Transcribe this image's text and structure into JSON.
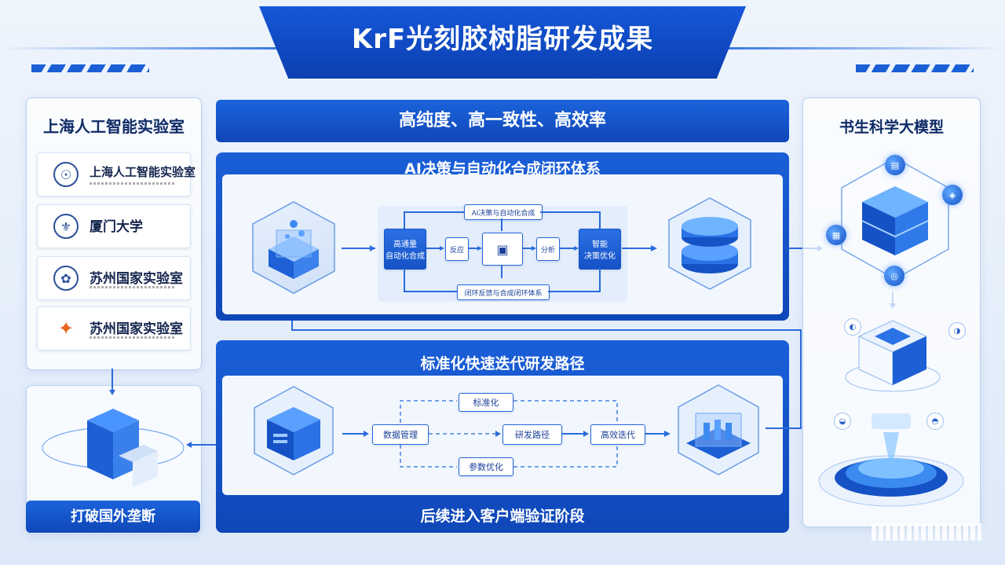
{
  "title": "KrF光刻胶树脂研发成果",
  "left": {
    "heading": "上海人工智能实验室",
    "institutions": [
      {
        "name": "上海人工智能实验室",
        "icon": "lab-seal-icon"
      },
      {
        "name": "厦门大学",
        "icon": "university-seal-icon"
      },
      {
        "name": "苏州国家实验室",
        "icon": "national-lab-seal-icon"
      },
      {
        "name": "苏州国家实验室",
        "icon": "star-logo-icon"
      }
    ],
    "footer": "打破国外垄断"
  },
  "center": {
    "banner": "高纯度、高一致性、高效率",
    "section1": {
      "title": "AI决策与自动化合成闭环体系",
      "top_label": "AI决策与自动化合成",
      "bottom_label": "闭环反馈与合成闭环体系",
      "boxes": [
        "高通量\n自动化合成",
        "反应",
        "分析",
        "智能\n决策优化"
      ]
    },
    "section2": {
      "title": "标准化快速迭代研发路径",
      "boxes": [
        "标准化",
        "数据管理",
        "研发路径",
        "高效迭代",
        "参数优化"
      ]
    },
    "footer": "后续进入客户端验证阶段"
  },
  "right": {
    "heading": "书生科学大模型",
    "icons": [
      "数据",
      "模型",
      "分析",
      "验证",
      "计算",
      "推理",
      "决策"
    ]
  },
  "colors": {
    "primary": "#1552c6",
    "accent": "#2a72e6",
    "bg": "#eef4fc"
  }
}
